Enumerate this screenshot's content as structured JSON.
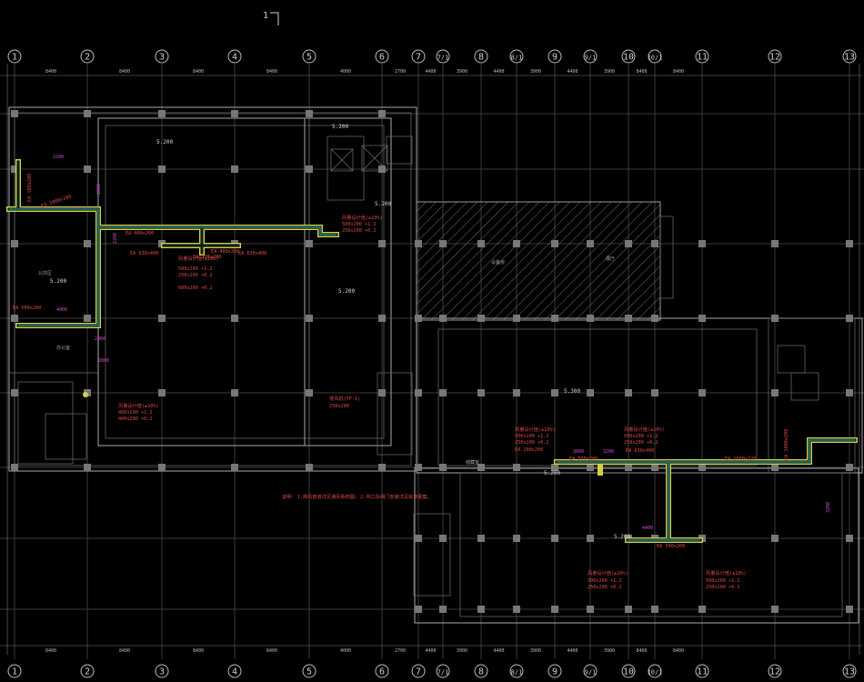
{
  "title_mark": "1",
  "grid_bubbles": [
    {
      "label": "1"
    },
    {
      "label": "2"
    },
    {
      "label": "3"
    },
    {
      "label": "4"
    },
    {
      "label": "5"
    },
    {
      "label": "6"
    },
    {
      "label": "7"
    },
    {
      "label": "7/1"
    },
    {
      "label": "8"
    },
    {
      "label": "8/1"
    },
    {
      "label": "9"
    },
    {
      "label": "9/1"
    },
    {
      "label": "10"
    },
    {
      "label": "10/1"
    },
    {
      "label": "11"
    },
    {
      "label": "12"
    },
    {
      "label": "13"
    }
  ],
  "dims_top": [
    "8400",
    "8400",
    "8400",
    "8400",
    "4000",
    "2700",
    "4400",
    "3900",
    "4400",
    "3900",
    "4400",
    "3900",
    "8400",
    "8400"
  ],
  "levels": [
    "5.200",
    "5.200",
    "5.200",
    "5.200",
    "5.200",
    "5.300",
    "5.200",
    "5.200"
  ],
  "duct_labels": [
    "EA 100x200",
    "EA 1000x200",
    "EA 400x200",
    "EA 200x200",
    "EA 630x400",
    "EA 500x200",
    "EA 400x300",
    "EA 630x400",
    "EA 200x200",
    "EA 500x200",
    "EA 630x400",
    "EA 1600x320",
    "EA 1000x200",
    "EA 500x200"
  ],
  "notes_red": [
    "风量设计值(±10%)",
    "500x200 +1.2",
    "250x200 +0.2",
    "600x200 +0.2",
    "400x200 +1.2",
    "400x200 +0.2",
    "排风机(YF-1)",
    "250x200",
    "说明: 1.排风管道详见通风系统图; 2.风口及阀门安装详见标准图集。"
  ],
  "room_text": [
    "公共区",
    "设备房",
    "展厅",
    "办公室",
    "储藏室"
  ],
  "dims_mag": [
    "2200",
    "2200",
    "4000",
    "2900",
    "2200",
    "2800",
    "3000",
    "4400",
    "3200",
    "3200"
  ]
}
